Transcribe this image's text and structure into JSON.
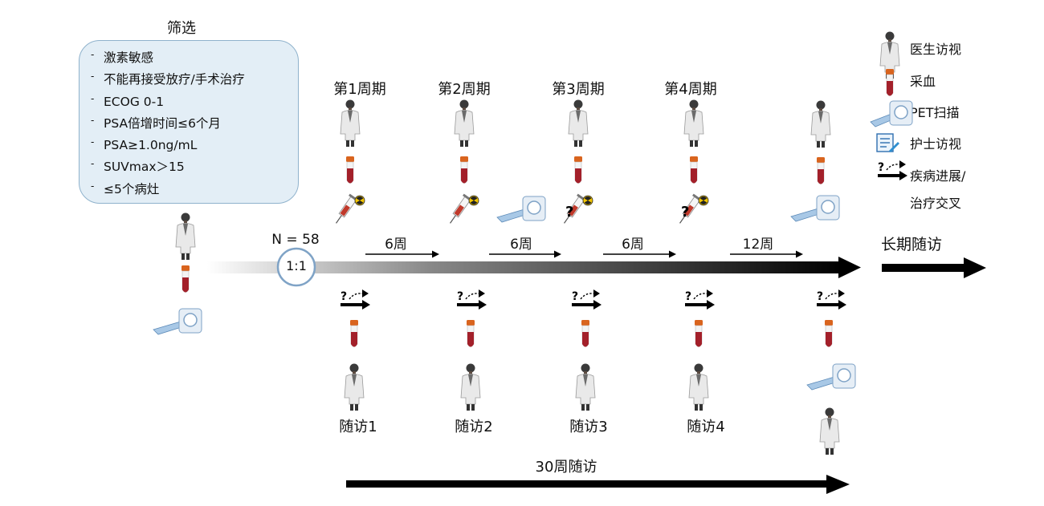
{
  "screening": {
    "title": "筛选",
    "criteria": [
      "激素敏感",
      "不能再接受放疗/手术治疗",
      "ECOG 0-1",
      "PSA倍增时间≤6个月",
      "PSA≥1.0ng/mL",
      "SUVmax＞15",
      "≤5个病灶"
    ]
  },
  "randomization": {
    "n_label": "N = 58",
    "ratio": "1:1"
  },
  "cycles": [
    "第1周期",
    "第2周期",
    "第3周期",
    "第4周期"
  ],
  "intervals": [
    "6周",
    "6周",
    "6周",
    "12周"
  ],
  "long_term_label": "长期随访",
  "followups": [
    "随访1",
    "随访2",
    "随访3",
    "随访4"
  ],
  "followup_duration": "30周随访",
  "legend": {
    "doctor_visit": "医生访视",
    "blood_draw": "采血",
    "pet_scan": "PET扫描",
    "nurse_visit": "护士访视",
    "progression_line1": "疾病进展/",
    "progression_line2": "治疗交叉"
  },
  "colors": {
    "box_fill": "#e3eef6",
    "box_border": "#8fb2cc",
    "timeline": "#000000",
    "tube_blood": "#a3202a",
    "tube_cap": "#d9641e",
    "radiation": "#f2c500",
    "circle_border": "#7fa3c6"
  }
}
